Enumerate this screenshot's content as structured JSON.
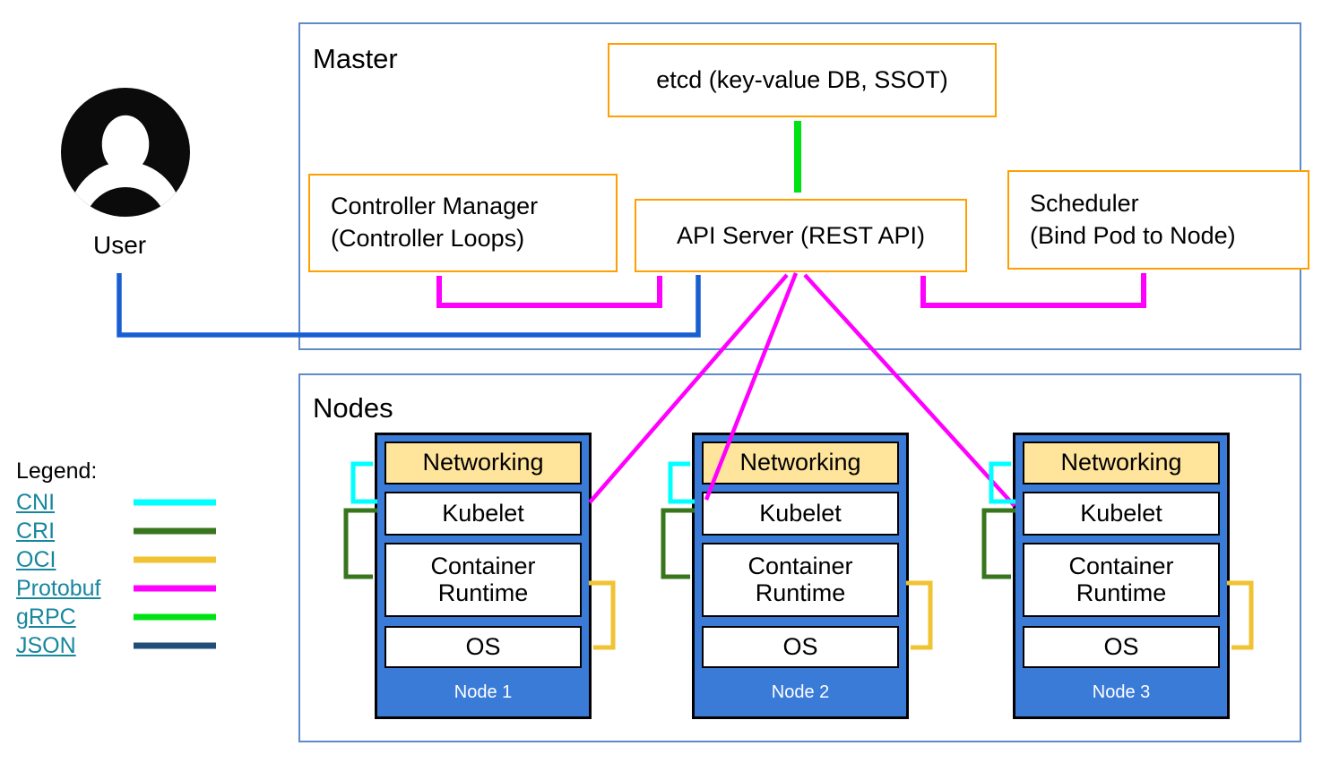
{
  "user": {
    "label": "User"
  },
  "master": {
    "title": "Master",
    "etcd_label": "etcd (key-value DB, SSOT)",
    "controller_manager_line1": "Controller Manager",
    "controller_manager_line2": "(Controller Loops)",
    "api_server_label": "API Server (REST API)",
    "scheduler_line1": "Scheduler",
    "scheduler_line2": "(Bind Pod to Node)"
  },
  "nodes_section": {
    "title": "Nodes",
    "rows": [
      "Networking",
      "Kubelet",
      "Container Runtime",
      "OS"
    ],
    "nodes": [
      {
        "label": "Node 1"
      },
      {
        "label": "Node 2"
      },
      {
        "label": "Node 3"
      }
    ]
  },
  "legend": {
    "title": "Legend:",
    "items": [
      {
        "label": "CNI",
        "color": "#00FFFF"
      },
      {
        "label": "CRI",
        "color": "#38761D"
      },
      {
        "label": "OCI",
        "color": "#F1C232"
      },
      {
        "label": "Protobuf",
        "color": "#FF00FF"
      },
      {
        "label": "gRPC",
        "color": "#00E216"
      },
      {
        "label": "JSON",
        "color": "#1F4E79"
      }
    ]
  },
  "colors": {
    "cni": "#00FFFF",
    "cri": "#38761D",
    "oci": "#F1C232",
    "protobuf": "#FF00FF",
    "grpc": "#00E216",
    "json": "#1F4E79",
    "user_arrow_blue": "#1A5FD2",
    "component_border_orange": "#FFA000",
    "frame_border_blue": "#5E8CC8",
    "node_fill_blue": "#3B7BD8",
    "networking_fill_tan": "#FFE49B",
    "legend_link_teal": "#17879E"
  }
}
